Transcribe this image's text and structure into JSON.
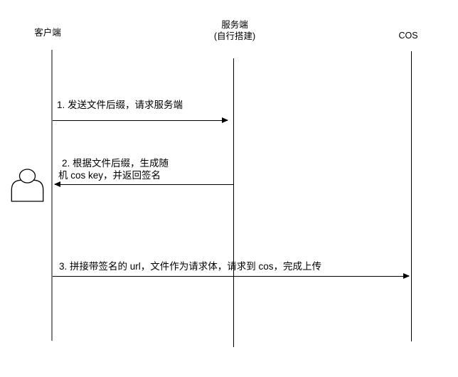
{
  "diagram": {
    "type": "sequence-diagram",
    "participants": [
      {
        "id": "client",
        "label": "客户端"
      },
      {
        "id": "server",
        "label": "服务端",
        "sublabel": "(自行搭建)"
      },
      {
        "id": "cos",
        "label": "COS"
      }
    ],
    "messages": [
      {
        "seq": "1",
        "text": "1. 发送文件后缀，请求服务端",
        "from": "client",
        "to": "server",
        "direction": "right"
      },
      {
        "seq": "2",
        "text_line1": "2. 根据文件后缀，生成随",
        "text_line2": "机 cos key，并返回签名",
        "from": "server",
        "to": "client",
        "direction": "left"
      },
      {
        "seq": "3",
        "text": "3. 拼接带签名的 url，文件作为请求体，请求到 cos，完成上传",
        "from": "client",
        "to": "cos",
        "direction": "right"
      }
    ],
    "colors": {
      "arrow_line": "#000000",
      "client_lifeline": "#808080",
      "other_lifeline": "#000000",
      "background": "#ffffff",
      "text": "#000000"
    }
  }
}
